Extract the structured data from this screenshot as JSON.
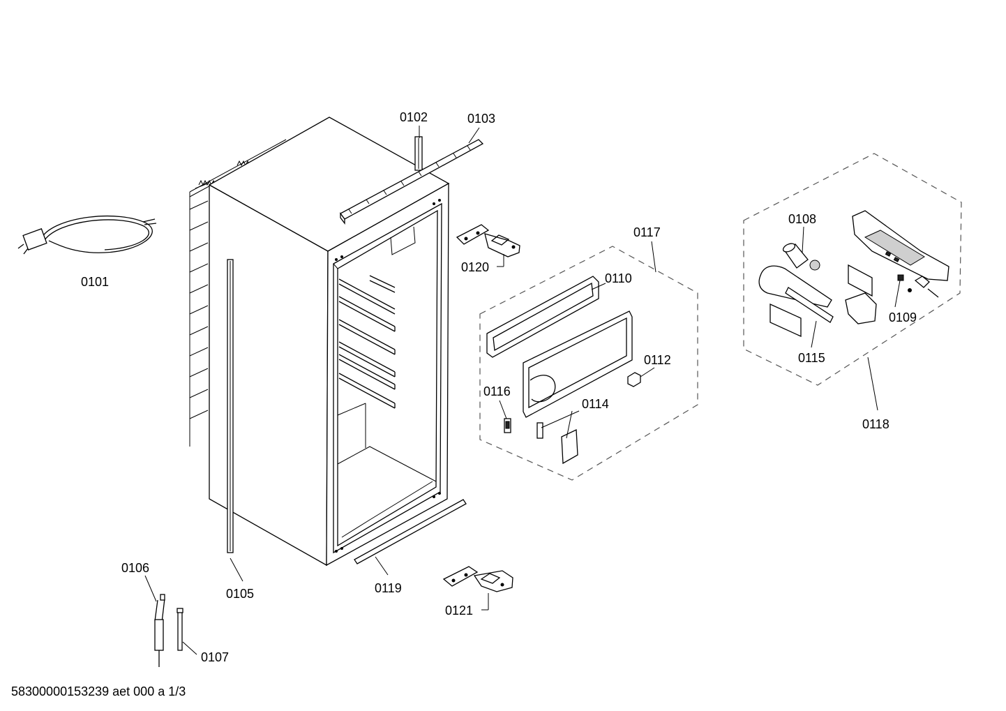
{
  "parts": {
    "p0101": "0101",
    "p0102": "0102",
    "p0103": "0103",
    "p0105": "0105",
    "p0106": "0106",
    "p0107": "0107",
    "p0108": "0108",
    "p0109": "0109",
    "p0110": "0110",
    "p0112": "0112",
    "p0114": "0114",
    "p0115": "0115",
    "p0116": "0116",
    "p0117": "0117",
    "p0118": "0118",
    "p0119": "0119",
    "p0120": "0120",
    "p0121": "0121"
  },
  "footer": "58300000153239 aet 000 a 1/3"
}
